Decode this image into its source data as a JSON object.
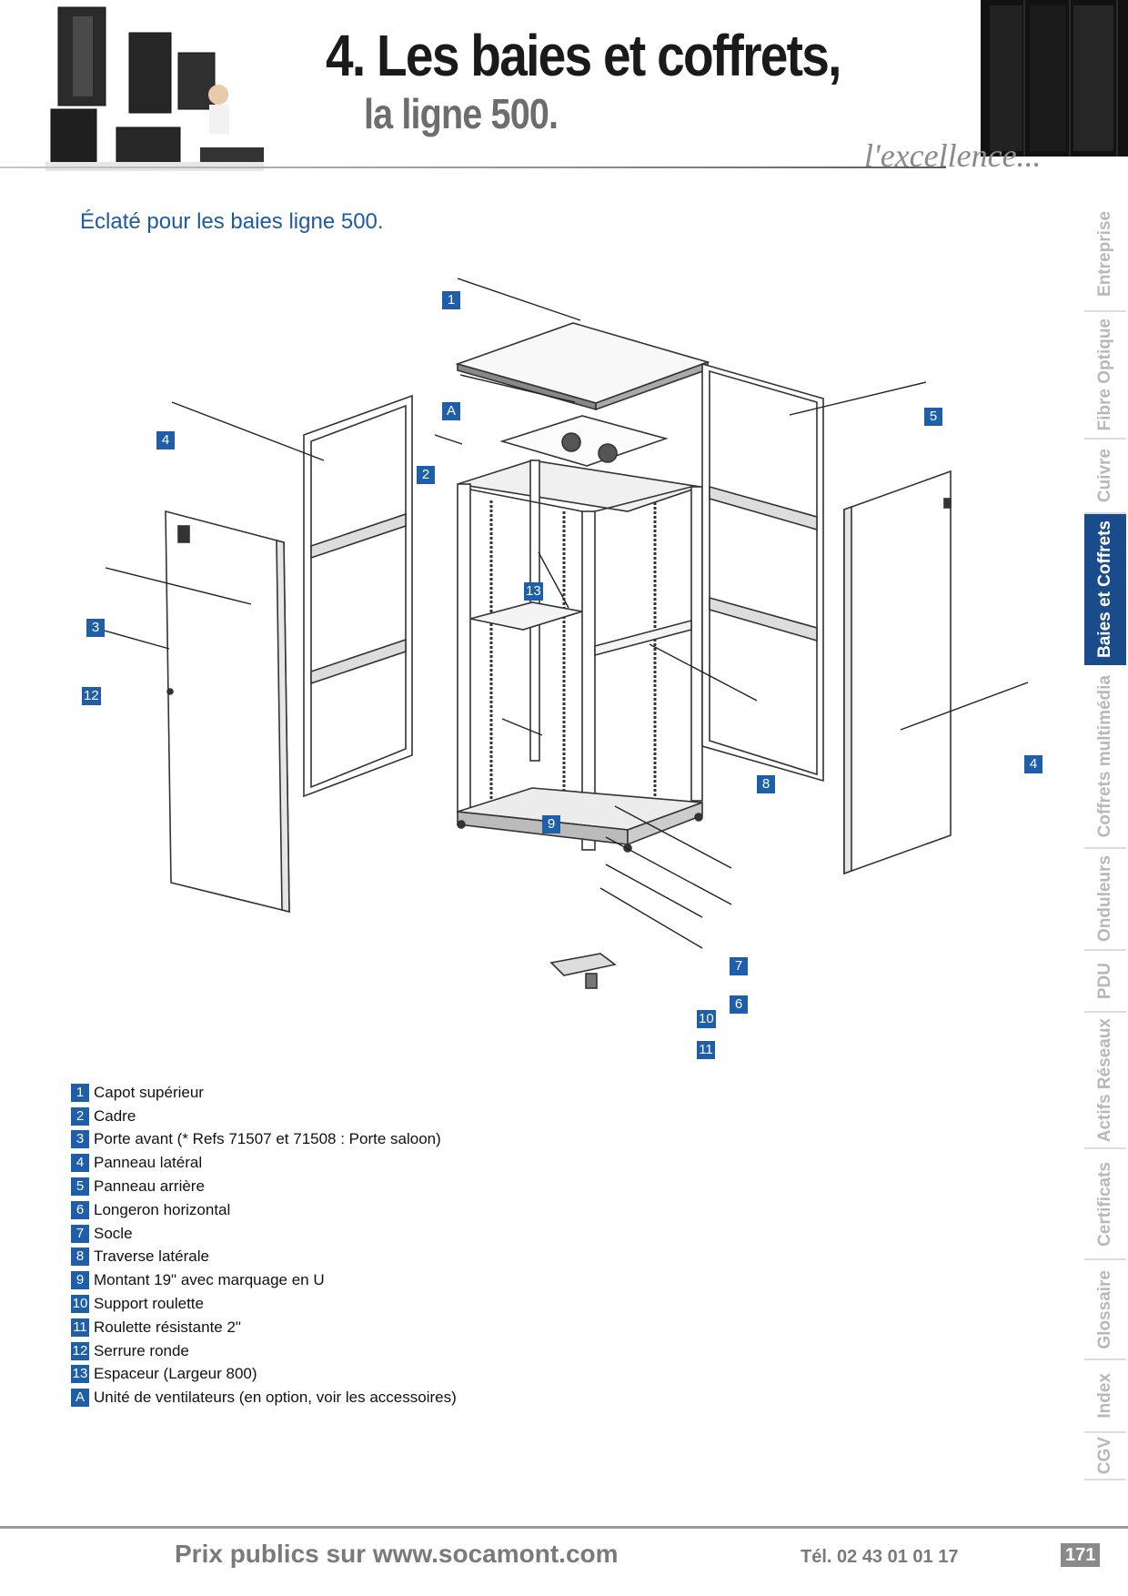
{
  "header": {
    "title": "4. Les baies et coffrets,",
    "subtitle": "la ligne 500.",
    "slogan": "l'excellence..."
  },
  "side_tabs": [
    {
      "label": "Entreprise",
      "active": false
    },
    {
      "label": "Fibre Optique",
      "active": false
    },
    {
      "label": "Cuivre",
      "active": false
    },
    {
      "label": "Baies et Coffrets",
      "active": true
    },
    {
      "label": "Coffrets multimédia",
      "active": false
    },
    {
      "label": "Onduleurs",
      "active": false
    },
    {
      "label": "PDU",
      "active": false
    },
    {
      "label": "Actifs Réseaux",
      "active": false
    },
    {
      "label": "Certificats",
      "active": false
    },
    {
      "label": "Glossaire",
      "active": false
    },
    {
      "label": "Index",
      "active": false
    },
    {
      "label": "CGV",
      "active": false
    }
  ],
  "section_heading": "Éclaté pour les baies ligne 500.",
  "diagram": {
    "callouts": [
      "1",
      "A",
      "2",
      "4",
      "5",
      "3",
      "12",
      "13",
      "8",
      "9",
      "4",
      "7",
      "6",
      "10",
      "11"
    ]
  },
  "legend": [
    {
      "num": "1",
      "label": "Capot supérieur"
    },
    {
      "num": "2",
      "label": "Cadre"
    },
    {
      "num": "3",
      "label": "Porte avant (* Refs 71507 et 71508 : Porte saloon)"
    },
    {
      "num": "4",
      "label": "Panneau latéral"
    },
    {
      "num": "5",
      "label": "Panneau arrière"
    },
    {
      "num": "6",
      "label": "Longeron horizontal"
    },
    {
      "num": "7",
      "label": "Socle"
    },
    {
      "num": "8",
      "label": "Traverse latérale"
    },
    {
      "num": "9",
      "label": "Montant 19\" avec marquage en U"
    },
    {
      "num": "10",
      "label": "Support roulette"
    },
    {
      "num": "11",
      "label": "Roulette résistante 2\""
    },
    {
      "num": "12",
      "label": "Serrure ronde"
    },
    {
      "num": "13",
      "label": "Espaceur (Largeur 800)"
    },
    {
      "num": "A",
      "label": "Unité de ventilateurs (en option, voir les accessoires)"
    }
  ],
  "footer": {
    "prices_text": "Prix publics sur www.socamont.com",
    "phone": "Tél. 02 43 01 01 17",
    "page_number": "171"
  },
  "colors": {
    "accent_blue": "#1f5ea8",
    "active_tab": "#1a4c8c",
    "heading_blue": "#1c5aa6"
  }
}
